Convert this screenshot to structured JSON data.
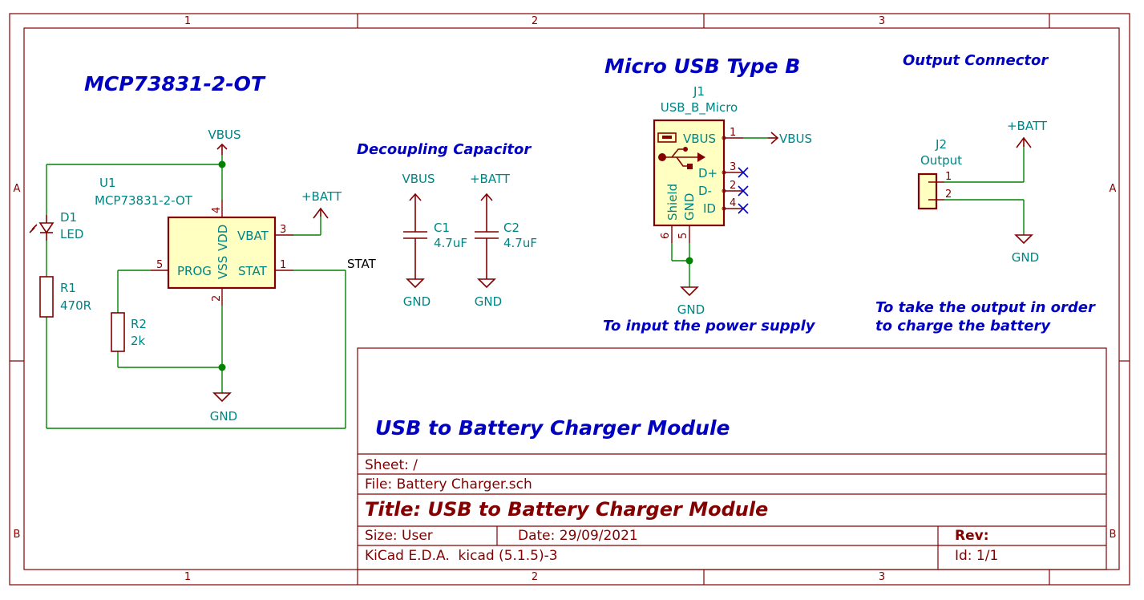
{
  "frame": {
    "col_labels": [
      "1",
      "2",
      "3"
    ],
    "row_labels": [
      "A",
      "B"
    ]
  },
  "notes": {
    "ic_title": "MCP73831-2-OT",
    "decoupling": "Decoupling Capacitor",
    "usb_title": "Micro USB Type B",
    "output_title": "Output Connector",
    "usb_note": "To input the power supply",
    "output_note_1": "To take the output in order",
    "output_note_2": "to charge the battery"
  },
  "components": {
    "u1": {
      "ref": "U1",
      "value": "MCP73831-2-OT",
      "pins": {
        "vdd": "VDD",
        "vbat": "VBAT",
        "prog": "PROG",
        "vss": "VSS",
        "stat": "STAT"
      },
      "pin_numbers": {
        "vdd": "4",
        "vbat": "3",
        "prog": "5",
        "vss": "2",
        "stat": "1"
      }
    },
    "d1": {
      "ref": "D1",
      "value": "LED"
    },
    "r1": {
      "ref": "R1",
      "value": "470R"
    },
    "r2": {
      "ref": "R2",
      "value": "2k"
    },
    "c1": {
      "ref": "C1",
      "value": "4.7uF"
    },
    "c2": {
      "ref": "C2",
      "value": "4.7uF"
    },
    "j1": {
      "ref": "J1",
      "value": "USB_B_Micro",
      "pins": {
        "vbus": "VBUS",
        "dp": "D+",
        "dm": "D-",
        "id": "ID",
        "shield": "Shield",
        "gnd": "GND"
      },
      "pin_numbers": {
        "vbus": "1",
        "dp": "3",
        "dm": "2",
        "id": "4",
        "shield": "6",
        "gnd": "5"
      }
    },
    "j2": {
      "ref": "J2",
      "value": "Output",
      "pin_numbers": [
        "1",
        "2"
      ]
    }
  },
  "nets": {
    "vbus": "VBUS",
    "batt": "+BATT",
    "gnd": "GND",
    "stat": "STAT"
  },
  "title_block": {
    "big_title": "USB to Battery Charger Module",
    "sheet": "Sheet: /",
    "file": "File: Battery Charger.sch",
    "title": "Title: USB to Battery Charger Module",
    "size": "Size: User",
    "date": "Date: 29/09/2021",
    "rev": "Rev:",
    "kicad": "KiCad E.D.A.  kicad (5.1.5)-3",
    "id": "Id: 1/1"
  }
}
